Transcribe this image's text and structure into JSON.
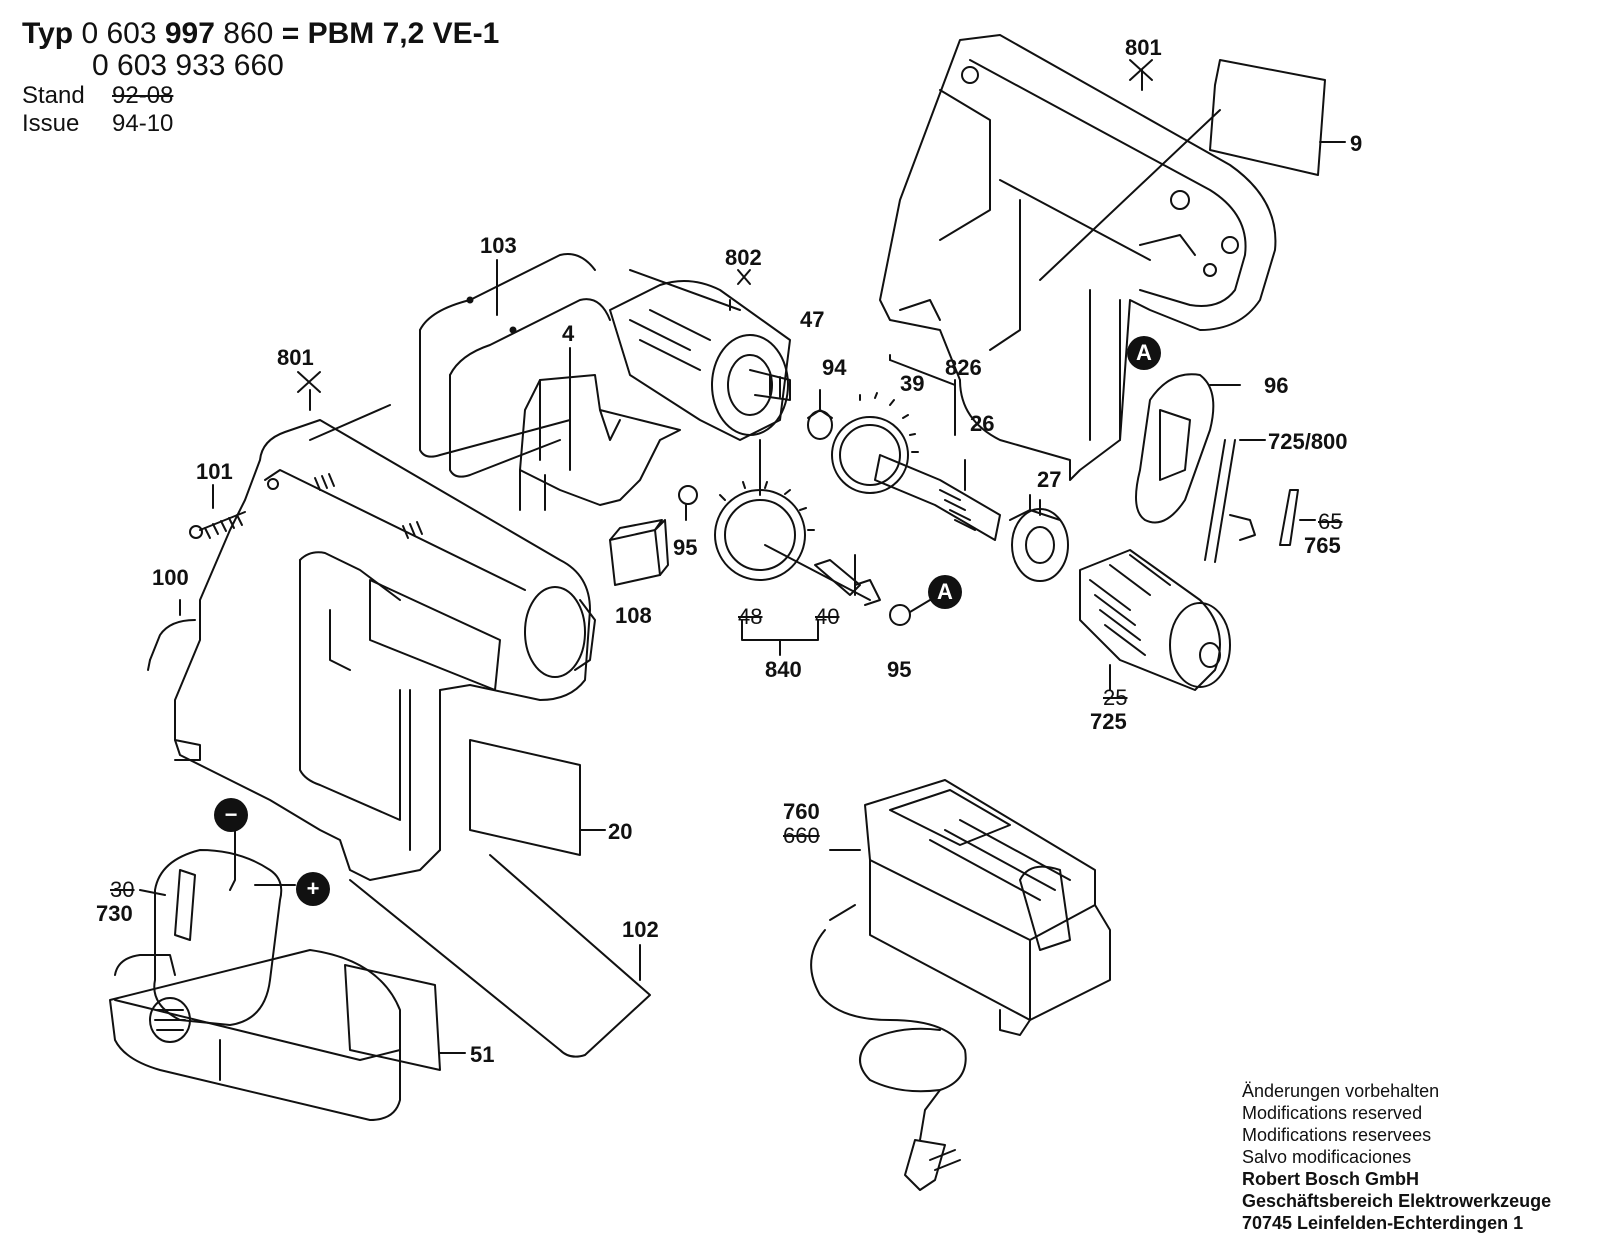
{
  "header": {
    "typ_label": "Typ",
    "part_no_1": "0 603",
    "part_no_1_bold": "997",
    "part_no_1_tail": "860",
    "equals": "=",
    "model": "PBM 7,2 VE-1",
    "part_no_2": "0 603 933 660",
    "stand_label": "Stand",
    "stand_value": "92-08",
    "issue_label": "Issue",
    "issue_value": "94-10"
  },
  "parts": {
    "p801a": "801",
    "p9": "9",
    "p103": "103",
    "p802": "802",
    "p47": "47",
    "p4": "4",
    "p801b": "801",
    "p94": "94",
    "p39": "39",
    "p826": "826",
    "p26": "26",
    "p96": "96",
    "p725_800": "725/800",
    "p101": "101",
    "p27": "27",
    "p65": "65",
    "p765": "765",
    "p95a": "95",
    "p108": "108",
    "p100": "100",
    "p48": "48",
    "p40": "40",
    "p840": "840",
    "p95b": "95",
    "p25": "25",
    "p725": "725",
    "p760": "760",
    "p660": "660",
    "p20": "20",
    "p30": "30",
    "p730": "730",
    "p102": "102",
    "p51": "51"
  },
  "callouts": {
    "a1": "A",
    "a2": "A",
    "minus": "−",
    "plus": "+"
  },
  "footer": {
    "line1": "Änderungen vorbehalten",
    "line2": "Modifications reserved",
    "line3": "Modifications reservees",
    "line4": "Salvo modificaciones",
    "line5": "Robert Bosch GmbH",
    "line6": "Geschäftsbereich Elektrowerkzeuge",
    "line7": "70745 Leinfelden-Echterdingen 1"
  }
}
